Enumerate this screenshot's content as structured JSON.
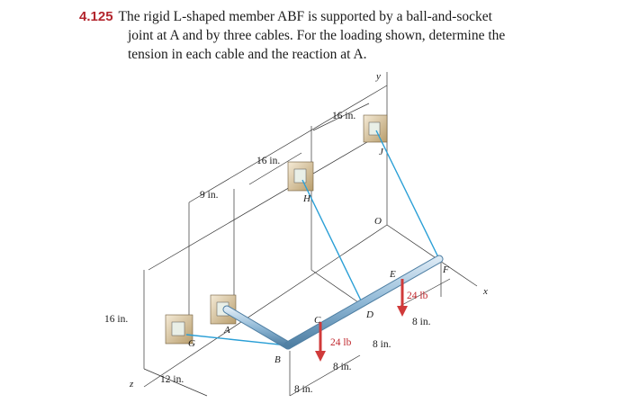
{
  "problem": {
    "number": "4.125",
    "line1": "The rigid L-shaped member ABF is supported by a ball-and-socket",
    "line2": "joint at A and by three cables. For the loading shown, determine the",
    "line3": "tension in each cable and the reaction at A."
  },
  "figure": {
    "dimensions": {
      "top_16": "16 in.",
      "mid_16": "16 in.",
      "nine": "9 in.",
      "left_16": "16 in.",
      "twelve": "12 in.",
      "eight_b": "8 in.",
      "eight_c": "8 in.",
      "eight_d": "8 in.",
      "eight_e": "8 in."
    },
    "loads": {
      "load_c": "24 lb",
      "load_e": "24 lb"
    },
    "points": {
      "A": "A",
      "B": "B",
      "C": "C",
      "D": "D",
      "E": "E",
      "F": "F",
      "G": "G",
      "H": "H",
      "J": "J",
      "O": "O"
    },
    "axes": {
      "x": "x",
      "y": "y",
      "z": "z"
    },
    "colors": {
      "cable": "#2a9fd6",
      "member": "#8fb8d6",
      "load": "#d03a3a",
      "number": "#b3262e",
      "bracket": "#c4ad84"
    }
  }
}
